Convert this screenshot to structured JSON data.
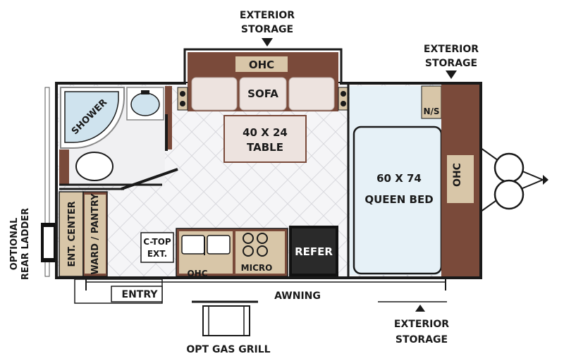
{
  "labels": {
    "exterior_storage_top": [
      "EXTERIOR",
      "STORAGE"
    ],
    "exterior_storage_right": [
      "EXTERIOR",
      "STORAGE"
    ],
    "exterior_storage_bottom": [
      "EXTERIOR",
      "STORAGE"
    ],
    "ohc_top": "OHC",
    "sofa": "SOFA",
    "table": [
      "40 X 24",
      "TABLE"
    ],
    "shower": "SHOWER",
    "ns": "N/S",
    "bed": [
      "60 X 74",
      "QUEEN BED"
    ],
    "ohc_front": "OHC",
    "ent_center": "ENT. CENTER",
    "ward_pantry": "WARD / PANTRY",
    "ctop": [
      "C-TOP",
      "EXT."
    ],
    "refer": "REFER",
    "ohc_kitchen": "OHC",
    "micro": "MICRO",
    "entry": "ENTRY",
    "awning": "AWNING",
    "gas_grill": "OPT GAS GRILL",
    "ladder": [
      "OPTIONAL",
      "REAR LADDER"
    ]
  },
  "colors": {
    "outline": "#1a1a1a",
    "cabinet_brown": "#7a4a3a",
    "cabinet_tan": "#d8c6a8",
    "cushion": "#ede3df",
    "floor": "#f4f4f6",
    "bed": "#e6f1f7",
    "fridge": "#111111"
  }
}
